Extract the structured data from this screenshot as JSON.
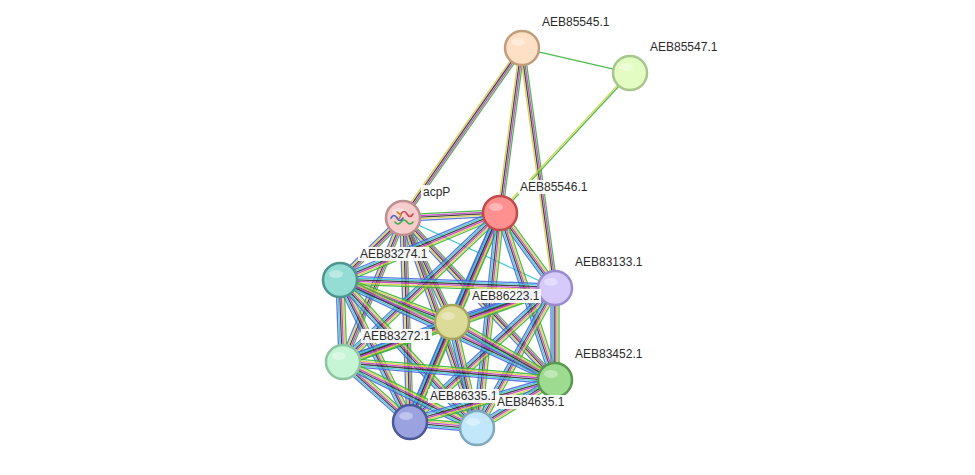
{
  "diagram": {
    "nodes": [
      {
        "text": [
          "AEB85545.1"
        ]
      },
      {
        "text": [
          "AEB85547.1"
        ]
      },
      {
        "text": [
          "acpP"
        ]
      },
      {
        "text": [
          "AEB85546.1"
        ]
      },
      {
        "text": [
          "AEB83133.1"
        ]
      },
      {
        "text": [
          "AEB83274.1"
        ]
      },
      {
        "text": [
          "AEB86223.1"
        ]
      },
      {
        "text": [
          "AEB83272.1"
        ]
      },
      {
        "text": [
          "AEB83452.1"
        ]
      },
      {
        "text": [
          "AEB86335.1"
        ]
      },
      {
        "text": [
          "AEB84635.1"
        ]
      }
    ],
    "edges": [
      {
        "from": 0,
        "to": 1,
        "arrow": "none"
      },
      {
        "from": 0,
        "to": 2,
        "arrow": "none"
      },
      {
        "from": 0,
        "to": 3,
        "arrow": "none"
      },
      {
        "from": 0,
        "to": 4,
        "arrow": "none"
      },
      {
        "from": 1,
        "to": 3,
        "arrow": "none"
      },
      {
        "from": 2,
        "to": 3,
        "arrow": "none"
      },
      {
        "from": 2,
        "to": 4,
        "arrow": "none"
      },
      {
        "from": 2,
        "to": 5,
        "arrow": "none"
      },
      {
        "from": 2,
        "to": 6,
        "arrow": "none"
      },
      {
        "from": 2,
        "to": 7,
        "arrow": "none"
      },
      {
        "from": 2,
        "to": 8,
        "arrow": "none"
      },
      {
        "from": 2,
        "to": 9,
        "arrow": "none"
      },
      {
        "from": 2,
        "to": 10,
        "arrow": "none"
      },
      {
        "from": 3,
        "to": 4,
        "arrow": "none"
      },
      {
        "from": 3,
        "to": 5,
        "arrow": "none"
      },
      {
        "from": 3,
        "to": 6,
        "arrow": "none"
      },
      {
        "from": 3,
        "to": 7,
        "arrow": "none"
      },
      {
        "from": 3,
        "to": 8,
        "arrow": "none"
      },
      {
        "from": 3,
        "to": 9,
        "arrow": "none"
      },
      {
        "from": 3,
        "to": 10,
        "arrow": "none"
      },
      {
        "from": 4,
        "to": 5,
        "arrow": "none"
      },
      {
        "from": 4,
        "to": 6,
        "arrow": "none"
      },
      {
        "from": 4,
        "to": 7,
        "arrow": "none"
      },
      {
        "from": 4,
        "to": 8,
        "arrow": "none"
      },
      {
        "from": 4,
        "to": 9,
        "arrow": "none"
      },
      {
        "from": 4,
        "to": 10,
        "arrow": "none"
      },
      {
        "from": 5,
        "to": 6,
        "arrow": "none"
      },
      {
        "from": 5,
        "to": 7,
        "arrow": "none"
      },
      {
        "from": 5,
        "to": 8,
        "arrow": "none"
      },
      {
        "from": 5,
        "to": 9,
        "arrow": "none"
      },
      {
        "from": 5,
        "to": 10,
        "arrow": "none"
      },
      {
        "from": 6,
        "to": 7,
        "arrow": "none"
      },
      {
        "from": 6,
        "to": 8,
        "arrow": "none"
      },
      {
        "from": 6,
        "to": 9,
        "arrow": "none"
      },
      {
        "from": 6,
        "to": 10,
        "arrow": "none"
      },
      {
        "from": 7,
        "to": 8,
        "arrow": "none"
      },
      {
        "from": 7,
        "to": 9,
        "arrow": "none"
      },
      {
        "from": 7,
        "to": 10,
        "arrow": "none"
      },
      {
        "from": 8,
        "to": 9,
        "arrow": "none"
      },
      {
        "from": 8,
        "to": 10,
        "arrow": "none"
      },
      {
        "from": 9,
        "to": 10,
        "arrow": "none"
      }
    ]
  }
}
